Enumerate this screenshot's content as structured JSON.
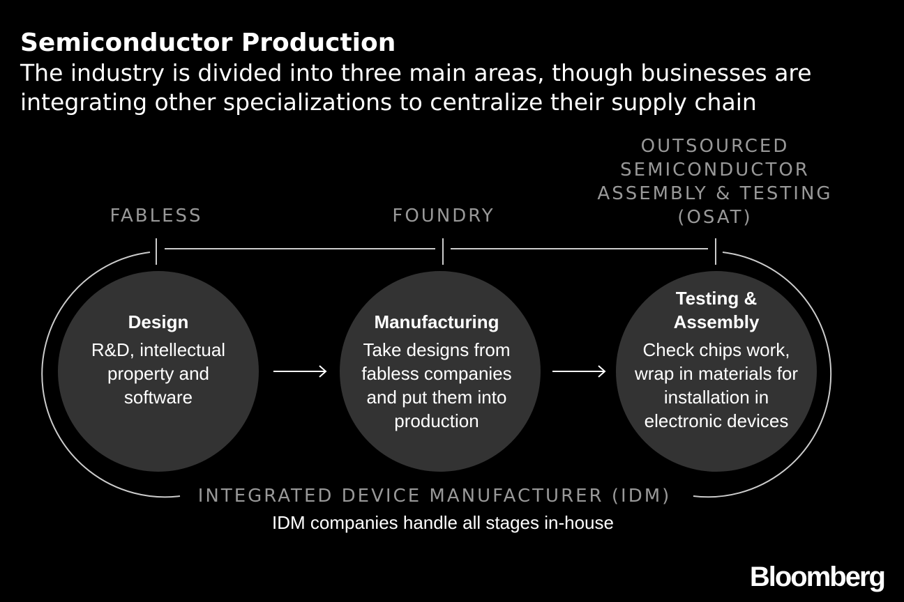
{
  "header": {
    "title": "Semiconductor Production",
    "subtitle": "The industry is divided into three main areas, though businesses are integrating other specializations to centralize their supply chain"
  },
  "stages": [
    {
      "category": "FABLESS",
      "title": "Design",
      "description": "R&D, intellectual property and software"
    },
    {
      "category": "FOUNDRY",
      "title": "Manufacturing",
      "description": "Take designs from fabless companies and put them into production"
    },
    {
      "category": "OUTSOURCED SEMICONDUCTOR ASSEMBLY & TESTING (OSAT)",
      "title": "Testing & Assembly",
      "description": "Check chips work, wrap in materials for installation in electronic devices"
    }
  ],
  "idm": {
    "label": "INTEGRATED DEVICE MANUFACTURER (IDM)",
    "note": "IDM companies handle all stages in-house"
  },
  "branding": {
    "logo": "Bloomberg"
  },
  "colors": {
    "background": "#000000",
    "circle_fill": "#333333",
    "line": "#cccccc",
    "label_gray": "#999999",
    "text": "#ffffff"
  }
}
